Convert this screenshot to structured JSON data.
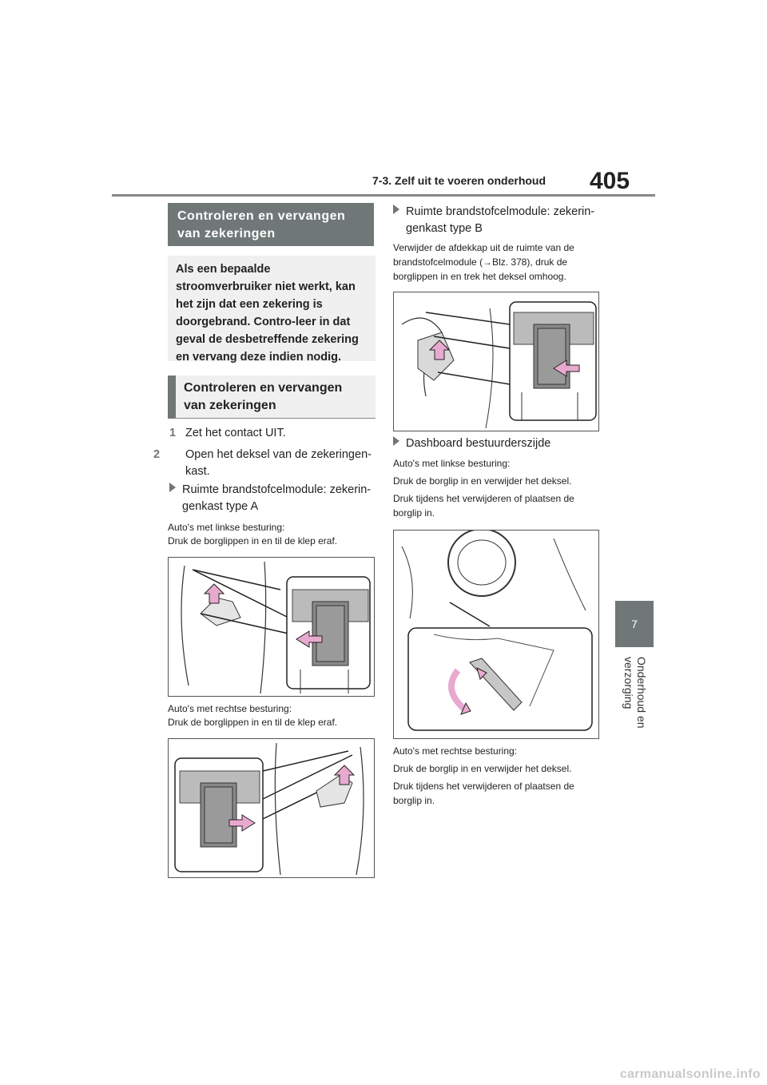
{
  "header": {
    "section": "7-3. Zelf uit te voeren onderhoud",
    "page_number": "405"
  },
  "side_tab": {
    "chapter": "7",
    "label": "Onderhoud en verzorging"
  },
  "title": "Controleren en vervangen van zekeringen",
  "intro": "Als een bepaalde stroomverbruiker niet werkt, kan het zijn dat een zekering is doorgebrand. Contro-leer in dat geval de desbetreffende zekering en vervang deze indien nodig.",
  "subheading": "Controleren en vervangen van zekeringen",
  "steps": [
    {
      "num": "1",
      "text": "Zet het contact UIT."
    },
    {
      "num": "2",
      "text": "Open het deksel van de zekeringen-kast."
    }
  ],
  "left_col": {
    "bullet_a": "Ruimte brandstofcelmodule: zekerin-genkast type A",
    "lhd_a": "Auto's met linkse besturing:",
    "lhd_a_text": "Druk de borglippen in en til de klep eraf.",
    "rhd_a": "Auto's met rechtse besturing:",
    "rhd_a_text": "Druk de borglippen in en til de klep eraf."
  },
  "right_col": {
    "bullet_b": "Ruimte brandstofcelmodule: zekerin-genkast type B",
    "b_text": "Verwijder de afdekkap uit de ruimte van de brandstofcelmodule (→Blz. 378), druk de borglippen in en trek het deksel omhoog.",
    "bullet_dash": "Dashboard bestuurderszijde",
    "lhd": "Auto's met linkse besturing:",
    "lhd_text1": "Druk de borglip in en verwijder het deksel.",
    "lhd_text2": "Druk tijdens het verwijderen of plaatsen de borglip in.",
    "rhd": "Auto's met rechtse besturing:",
    "rhd_text1": "Druk de borglip in en verwijder het deksel.",
    "rhd_text2": "Druk tijdens het verwijderen of plaatsen de borglip in."
  },
  "footer": {
    "watermark": "carmanualsonline.info"
  },
  "colors": {
    "accent_gray": "#6f7777",
    "arrow_pink": "#e8a9cf",
    "box_bg": "#f0f0f0"
  }
}
